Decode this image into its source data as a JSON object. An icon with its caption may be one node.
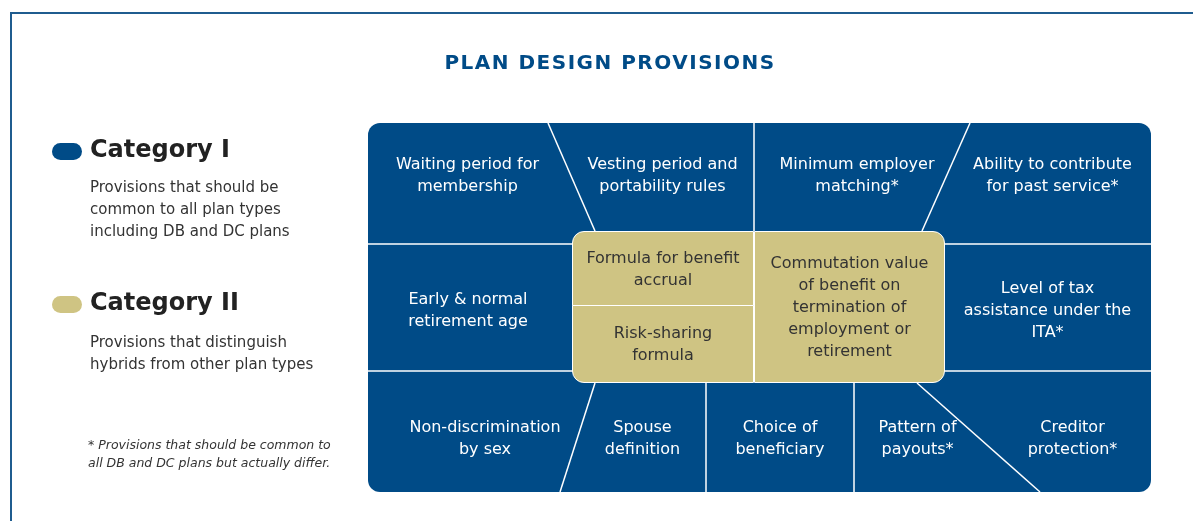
{
  "diagram": {
    "title": "PLAN DESIGN PROVISIONS",
    "nodes": [
      {
        "text": [
          "Waiting period for membership"
        ]
      },
      {
        "text": [
          "Vesting period and portability rules"
        ]
      },
      {
        "text": [
          "Minimum employer matching*"
        ]
      },
      {
        "text": [
          "Ability to contribute for past service*"
        ]
      },
      {
        "text": [
          "Early & normal retirement age"
        ]
      },
      {
        "text": [
          "Formula for benefit accrual"
        ]
      },
      {
        "text": [
          "Risk-sharing formula"
        ]
      },
      {
        "text": [
          "Commutation value of benefit on termination of employment or retirement"
        ]
      },
      {
        "text": [
          "Level of tax assistance under the ITA*"
        ]
      },
      {
        "text": [
          "Non-discrimination by sex"
        ]
      },
      {
        "text": [
          "Spouse definition"
        ]
      },
      {
        "text": [
          "Choice of beneficiary"
        ]
      },
      {
        "text": [
          "Pattern of payouts*"
        ]
      },
      {
        "text": [
          "Creditor protection*"
        ]
      }
    ],
    "labels": [
      "Provisions that should be common to all plan types including DB and DC plans",
      "Provisions that distinguish hybrids from other plan types",
      "* Provisions that should be common to all DB and DC plans but actually differ."
    ],
    "legend": [
      {
        "text": "Category I",
        "color": "#004b87"
      },
      {
        "text": "Category II",
        "color": "#cfc483"
      }
    ]
  }
}
